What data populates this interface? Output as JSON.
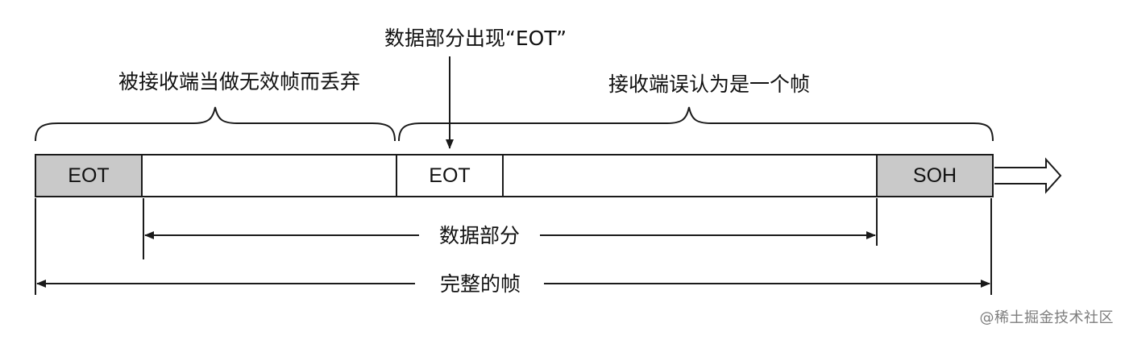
{
  "top_annotation": "数据部分出现“EOT”",
  "left_brace_label": "被接收端当做无效帧而丢弃",
  "right_brace_label": "接收端误认为是一个帧",
  "frame_fields": {
    "start_marker": "EOT",
    "inner_eot": "EOT",
    "end_marker": "SOH"
  },
  "data_span_label": "数据部分",
  "full_frame_label": "完整的帧",
  "watermark": "@稀土掘金技术社区",
  "colors": {
    "marker_fill": "#c9c9c9",
    "line": "#1a1a1a",
    "watermark": "#7d7d7d"
  }
}
